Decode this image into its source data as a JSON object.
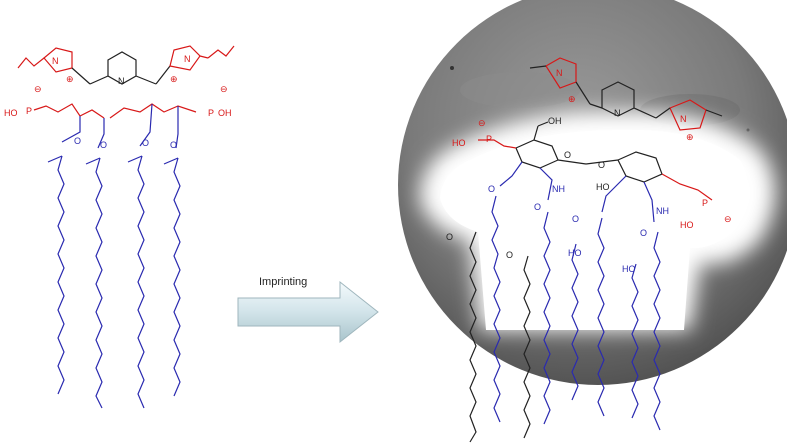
{
  "process_label": "Imprinting",
  "atom_labels": {
    "nitrogen": "N",
    "plus": "⊕",
    "minus": "⊖",
    "oxygen": "O",
    "phosphorus": "P",
    "hydroxyl": "HO",
    "hydroxyl_right": "OH",
    "amide": "NH"
  },
  "colors": {
    "template_red": "#d81818",
    "lipid_blue": "#2a2ab0",
    "backbone_black": "#222222",
    "arrow_fill": "#d4e6ec",
    "sphere_grey": "#7d7d7d"
  }
}
